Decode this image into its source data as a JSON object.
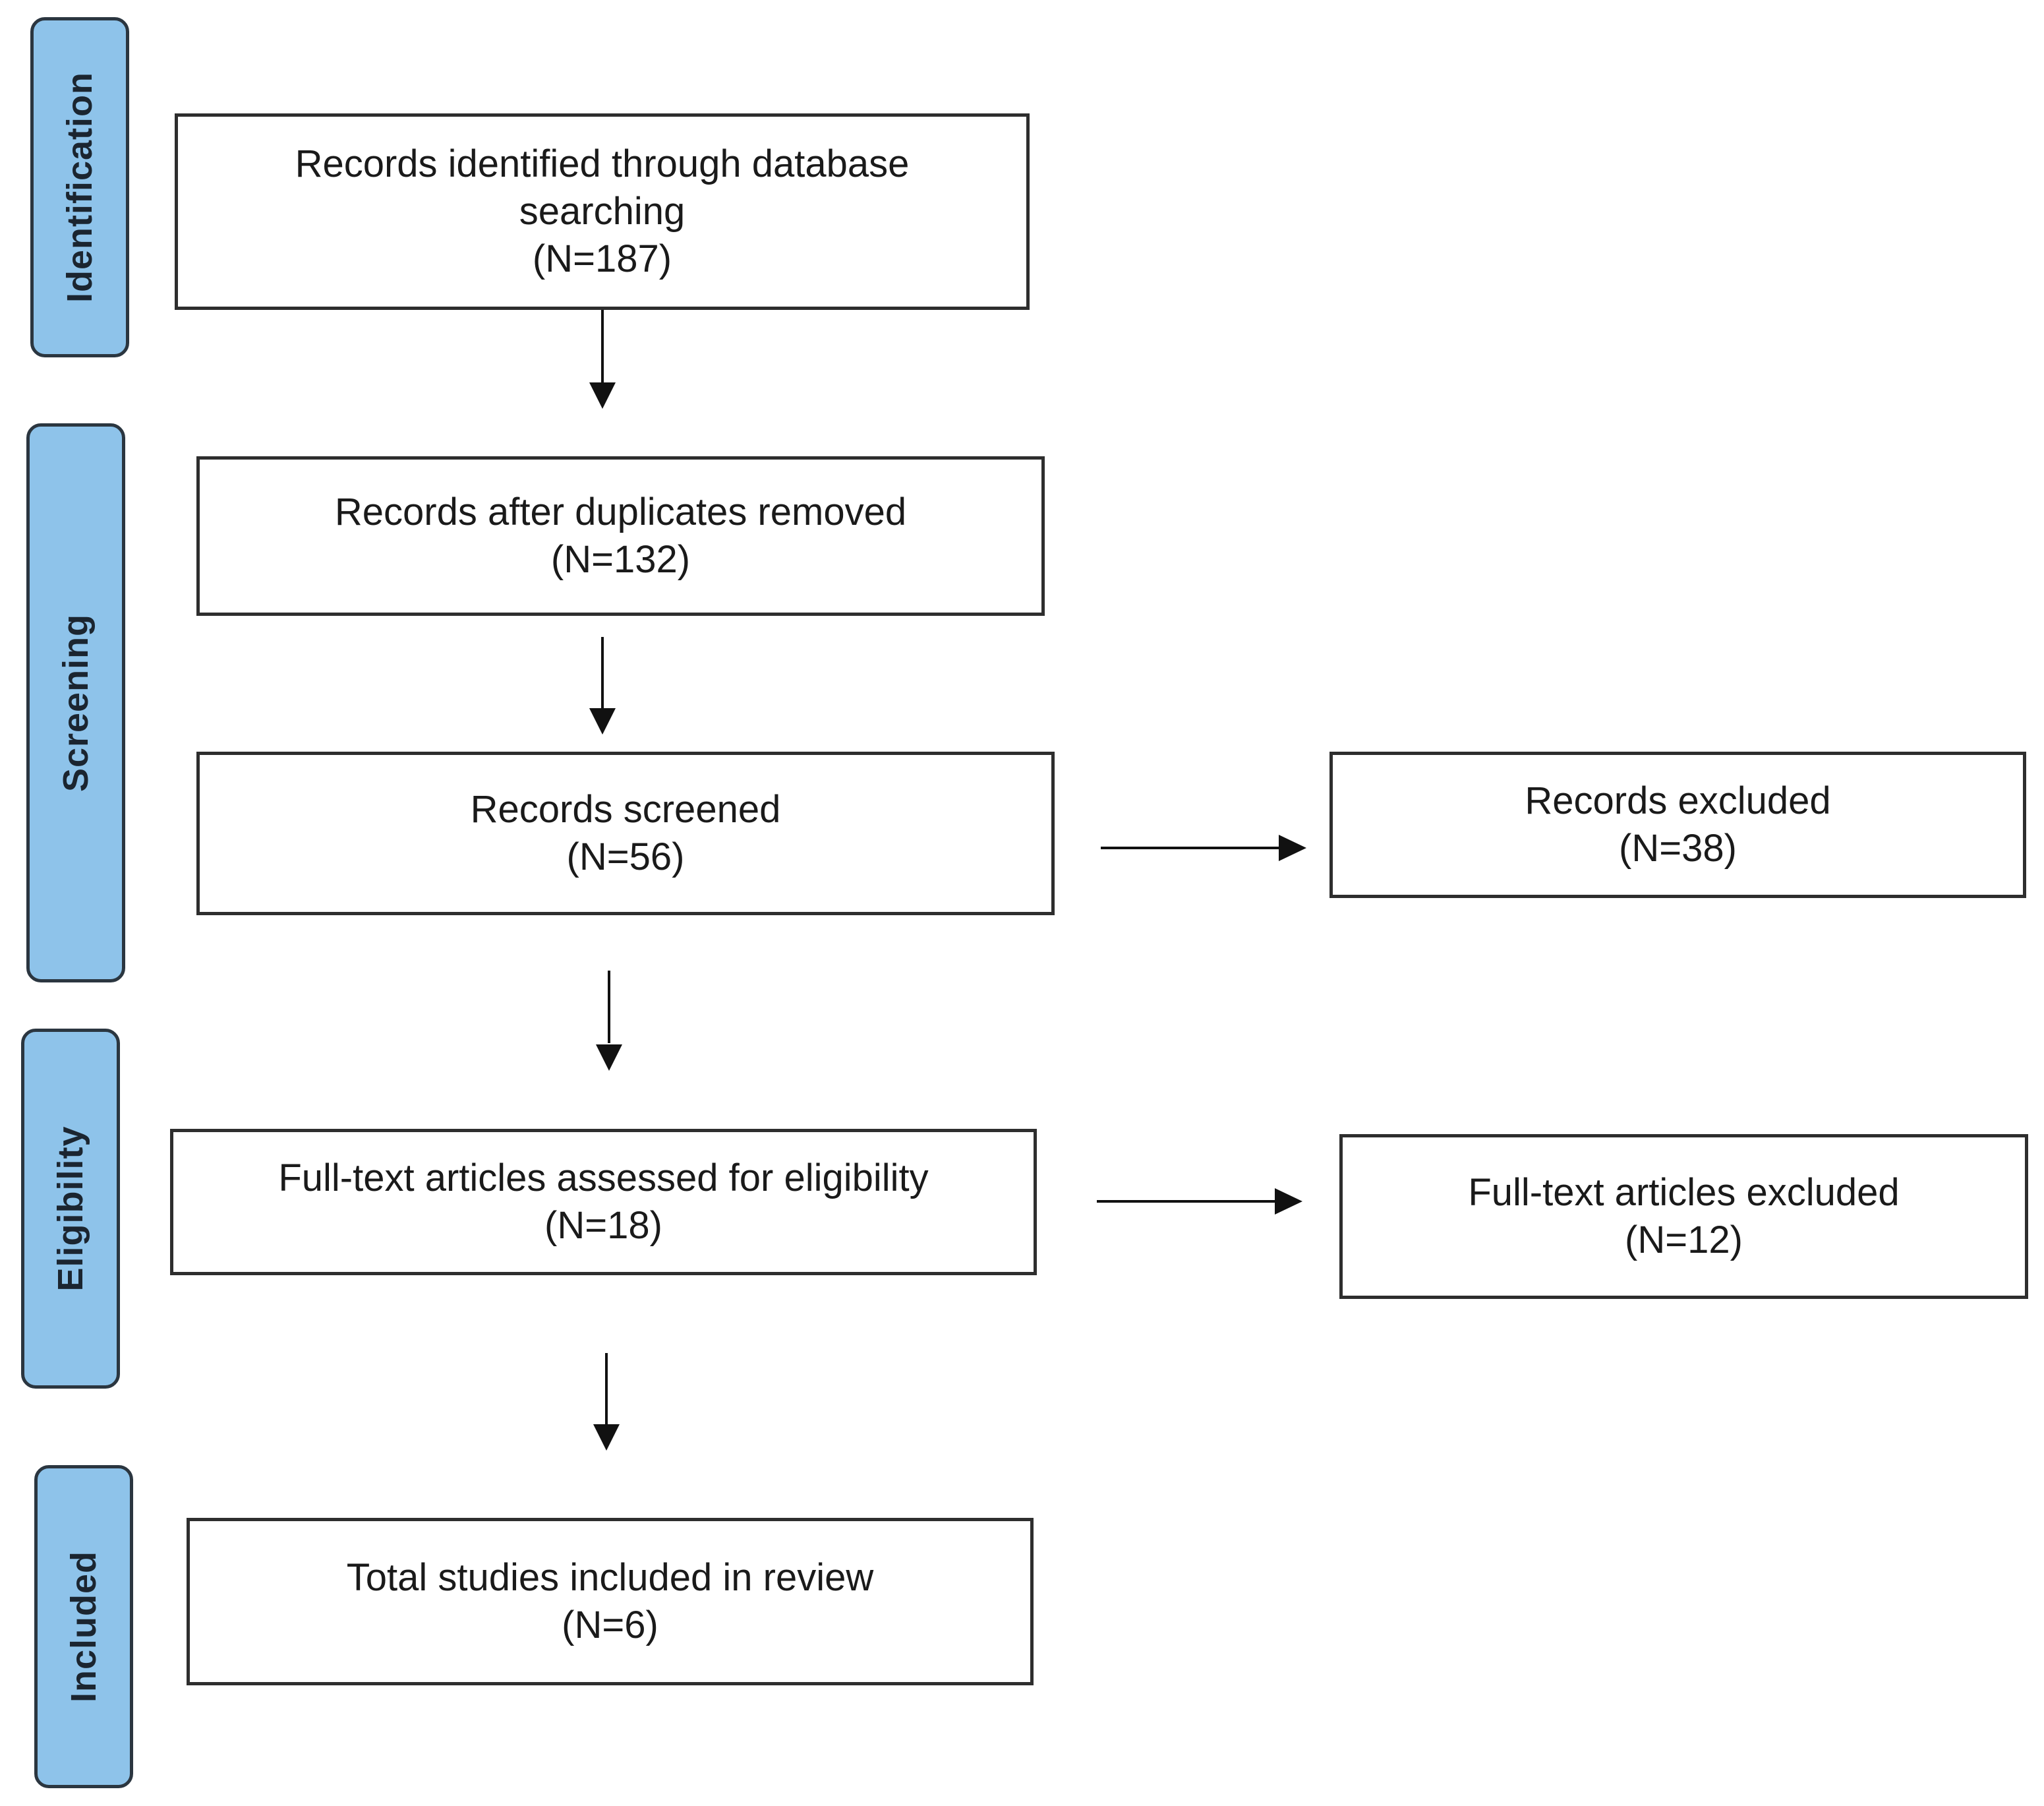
{
  "stages": {
    "identification": "Identification",
    "screening": "Screening",
    "eligibility": "Eligibility",
    "included": "Included"
  },
  "boxes": {
    "identified": {
      "line1": "Records identified through database",
      "line2": "searching",
      "count": "(N=187)"
    },
    "after_duplicates": {
      "label": "Records after duplicates removed",
      "count": "(N=132)"
    },
    "screened": {
      "label": "Records screened",
      "count": "(N=56)"
    },
    "excluded": {
      "label": "Records excluded",
      "count": "(N=38)"
    },
    "fulltext_assessed": {
      "label": "Full-text articles assessed for eligibility",
      "count": "(N=18)"
    },
    "fulltext_excluded": {
      "label": "Full-text articles excluded",
      "count": "(N=12)"
    },
    "included": {
      "label": "Total studies included in review",
      "count": "(N=6)"
    }
  },
  "colors": {
    "stage_fill": "#8ec3ea",
    "stage_border": "#2b3640",
    "box_border": "#2e2e2e",
    "arrow": "#111111"
  }
}
